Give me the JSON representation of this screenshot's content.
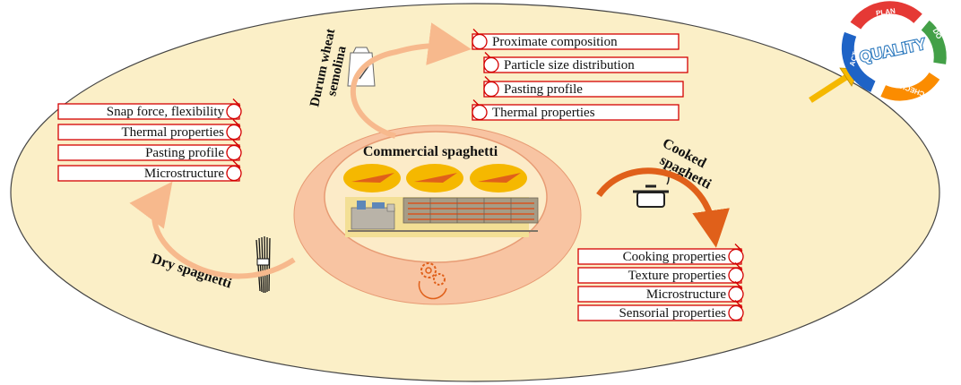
{
  "center": {
    "title": "Commercial spaghetti"
  },
  "stages": {
    "semolina": {
      "line1": "Durum wheat",
      "line2": "semolina"
    },
    "cooked": {
      "line1": "Cooked",
      "line2": "spaghetti"
    },
    "dry": {
      "label": "Dry spaghetti"
    }
  },
  "lists": {
    "semolina": [
      "Proximate composition",
      "Particle size distribution",
      "Pasting profile",
      "Thermal properties"
    ],
    "dry": [
      "Snap force, flexibility",
      "Thermal properties",
      "Pasting profile",
      "Microstructure"
    ],
    "cooked": [
      "Cooking properties",
      "Texture properties",
      "Microstructure",
      "Sensorial properties"
    ]
  },
  "quality_cycle": {
    "center": "QUALITY",
    "steps": [
      {
        "label": "PLAN",
        "color": "#e53935"
      },
      {
        "label": "DO",
        "color": "#43a047"
      },
      {
        "label": "CHECK",
        "color": "#fb8c00"
      },
      {
        "label": "ACT",
        "color": "#1e63c6"
      }
    ]
  },
  "colors": {
    "ellipse_fill": "#fbefc7",
    "ring_fill": "#f8c4a2",
    "arrow_light": "#f7b98d",
    "arrow_dark": "#e0601a",
    "box_border": "#d40000",
    "pointer_arrow": "#f5b800"
  }
}
